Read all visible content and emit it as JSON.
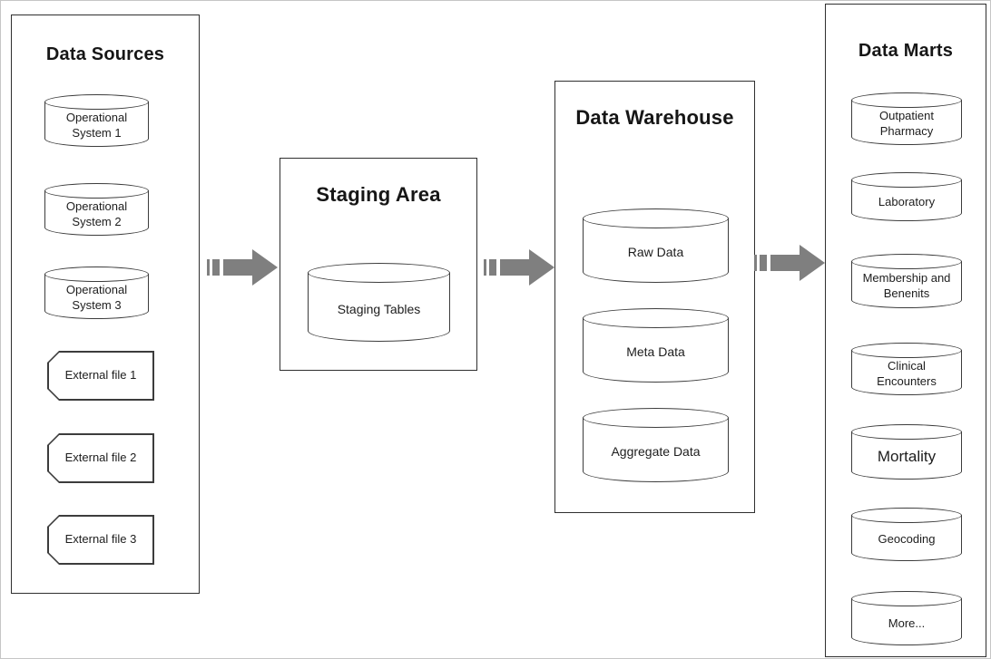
{
  "diagram": {
    "panels": {
      "data_sources": {
        "title": "Data Sources",
        "databases": [
          {
            "label": "Operational System 1"
          },
          {
            "label": "Operational System 2"
          },
          {
            "label": "Operational System 3"
          }
        ],
        "files": [
          {
            "label": "External file 1"
          },
          {
            "label": "External file 2"
          },
          {
            "label": "External file 3"
          }
        ]
      },
      "staging_area": {
        "title": "Staging Area",
        "databases": [
          {
            "label": "Staging Tables"
          }
        ]
      },
      "data_warehouse": {
        "title": "Data Warehouse",
        "databases": [
          {
            "label": "Raw Data"
          },
          {
            "label": "Meta Data"
          },
          {
            "label": "Aggregate Data"
          }
        ]
      },
      "data_marts": {
        "title": "Data Marts",
        "databases": [
          {
            "label": "Outpatient Pharmacy"
          },
          {
            "label": "Laboratory"
          },
          {
            "label": "Membership and Benenits"
          },
          {
            "label": "Clinical Encounters"
          },
          {
            "label": "Mortality"
          },
          {
            "label": "Geocoding"
          },
          {
            "label": "More..."
          }
        ]
      }
    },
    "colors": {
      "arrow": "#7f7f7f",
      "panel_border": "#2f2f2f",
      "shape_border": "#3c3c3c",
      "background": "#ffffff"
    }
  }
}
